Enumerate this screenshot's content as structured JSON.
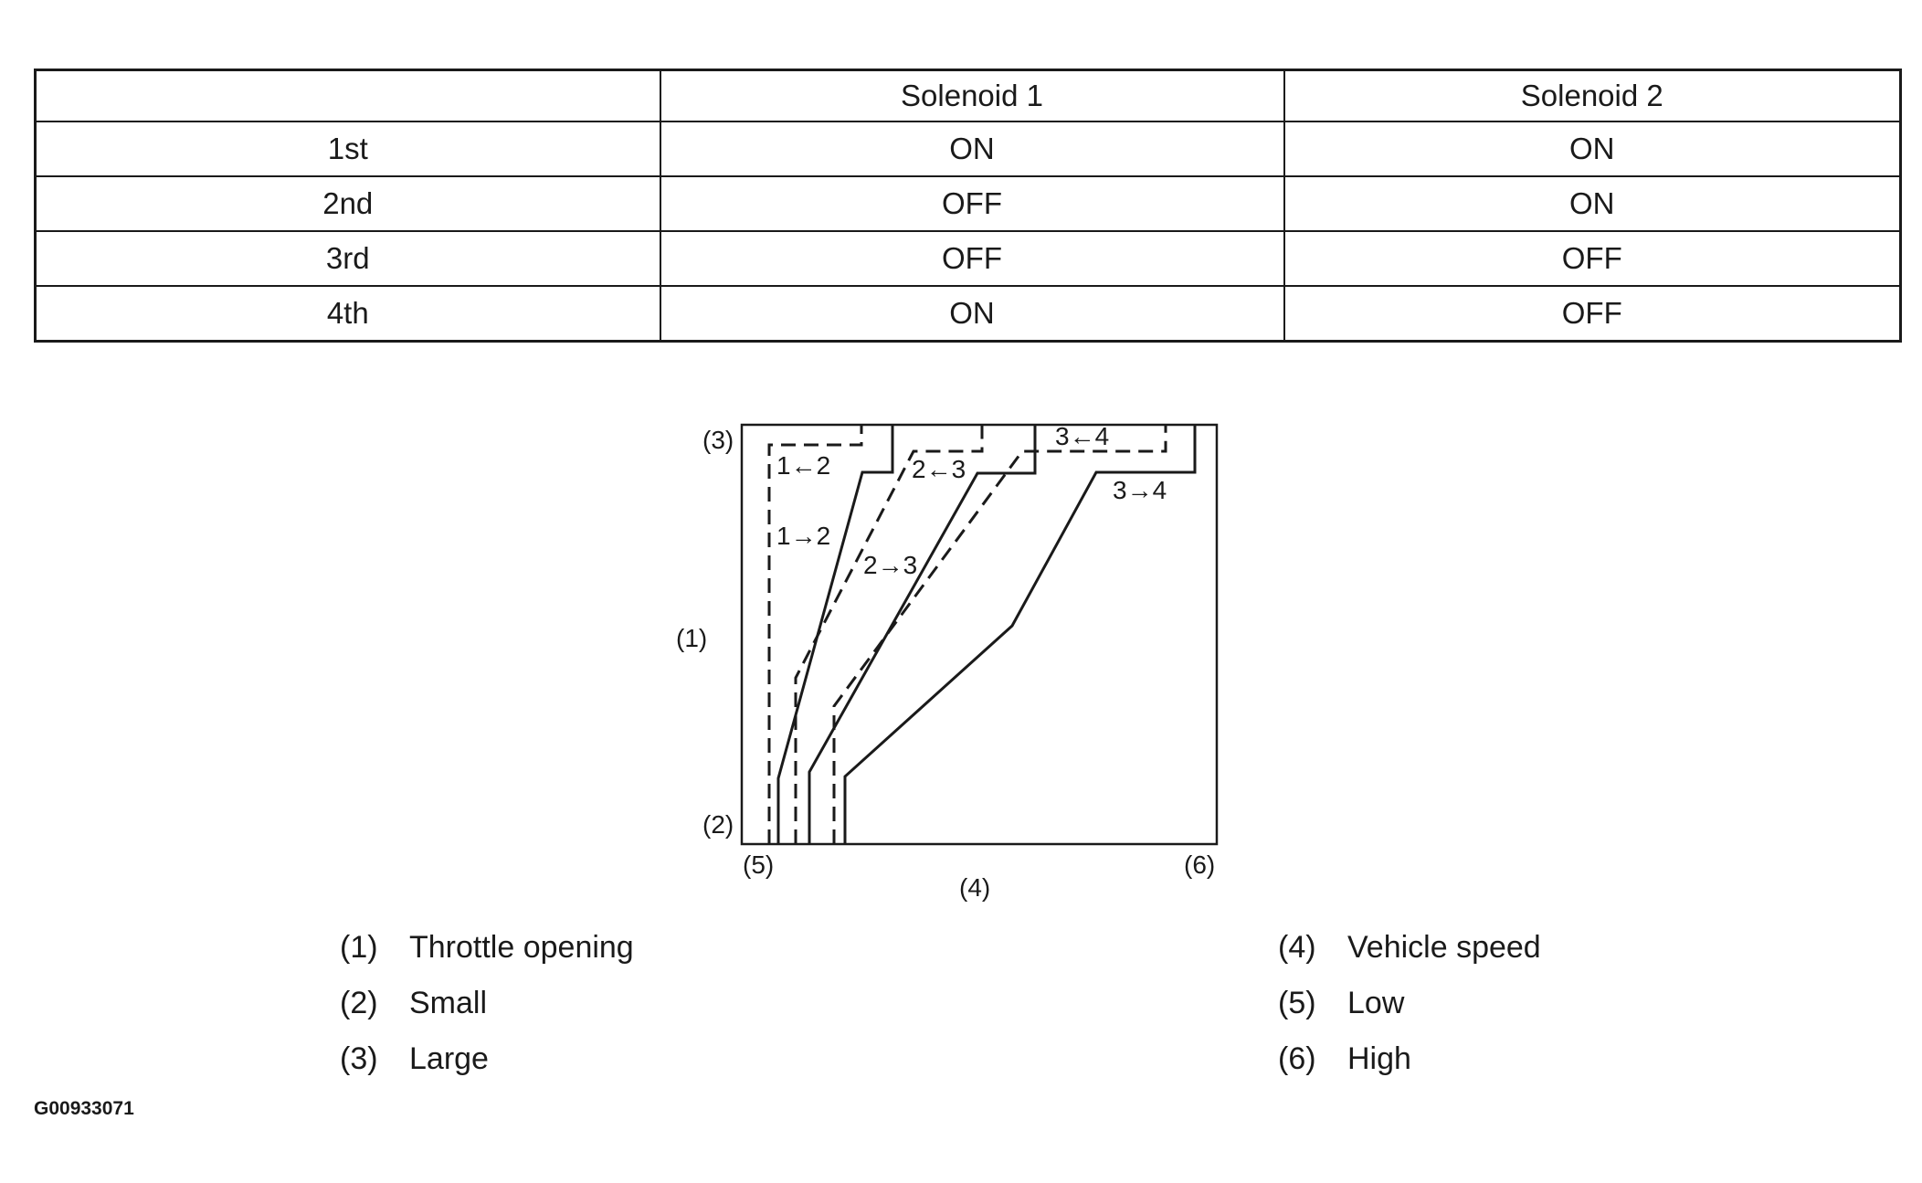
{
  "table": {
    "headers": [
      "",
      "Solenoid 1",
      "Solenoid 2"
    ],
    "rows": [
      [
        "1st",
        "ON",
        "ON"
      ],
      [
        "2nd",
        "OFF",
        "ON"
      ],
      [
        "3rd",
        "OFF",
        "OFF"
      ],
      [
        "4th",
        "ON",
        "OFF"
      ]
    ]
  },
  "diagram": {
    "callouts": {
      "large": "(3)",
      "throttle": "(1)",
      "small": "(2)",
      "low": "(5)",
      "high": "(6)",
      "speed": "(4)"
    },
    "shift_lines": [
      {
        "label": "1←2",
        "style": "dashed"
      },
      {
        "label": "1→2",
        "style": "solid"
      },
      {
        "label": "2←3",
        "style": "dashed"
      },
      {
        "label": "2→3",
        "style": "solid"
      },
      {
        "label": "3←4",
        "style": "dashed"
      },
      {
        "label": "3→4",
        "style": "solid"
      }
    ]
  },
  "legend": [
    {
      "num": "(1)",
      "text": "Throttle opening"
    },
    {
      "num": "(2)",
      "text": "Small"
    },
    {
      "num": "(3)",
      "text": "Large"
    },
    {
      "num": "(4)",
      "text": "Vehicle speed"
    },
    {
      "num": "(5)",
      "text": "Low"
    },
    {
      "num": "(6)",
      "text": "High"
    }
  ],
  "figure_id": "G00933071"
}
